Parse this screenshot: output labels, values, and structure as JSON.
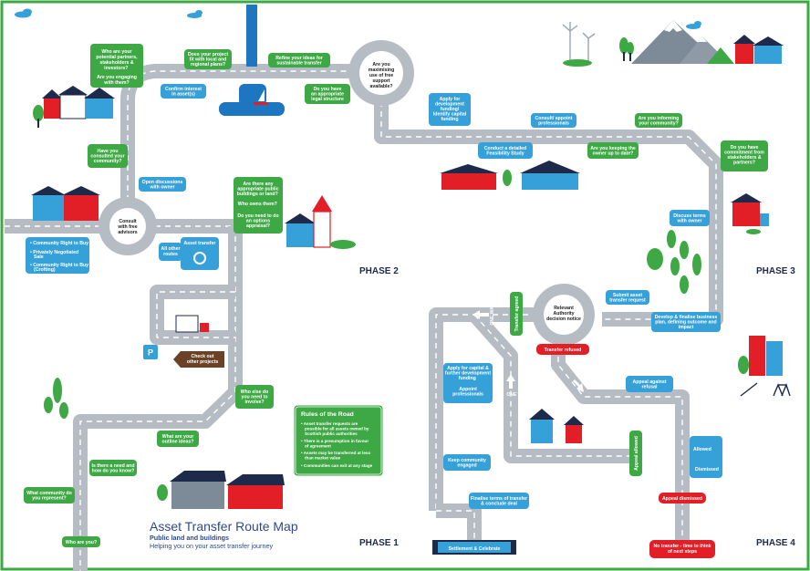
{
  "colors": {
    "green": "#3ea845",
    "blue": "#35a1d8",
    "red": "#e21e26",
    "brown": "#6b4226",
    "road": "#b6bcc3",
    "frame": "#3ea845",
    "navy": "#1e2a4a"
  },
  "title": "Asset Transfer Route Map",
  "subtitle_bold": "Public land and buildings",
  "subtitle": "Helping you on your asset transfer journey",
  "phases": {
    "p1": "PHASE 1",
    "p2": "PHASE 2",
    "p3": "PHASE 3",
    "p4": "PHASE 4"
  },
  "rules": {
    "heading": "Rules of the Road",
    "items": [
      "Asset transfer requests are possible for all assets owned by Scottish public authorities",
      "There is a presumption in favour of agreement",
      "Assets may be transferred at less than market value",
      "Communities can exit at any stage"
    ]
  },
  "roundabouts": {
    "consult": "Consult with free advisors",
    "free_support": "Are you maximising use of free support available?",
    "relevant": "Relevant Authority decision notice"
  },
  "green_signs": {
    "who_potential": "Who are your potential partners, stakeholders & investors?",
    "engaging": "Are you engaging with them?",
    "fit_local": "Does your project fit with local and regional plans?",
    "refine": "Refine your ideas for sustainable transfer",
    "legal": "Do you have an appropriate legal structure",
    "consulted": "Have you consulted your community?",
    "appropriate": "Are there any appropriate public buildings or land?",
    "who_owns": "Who owns them?",
    "options": "Do you need to do an options appraisal?",
    "keeping_owner": "Are you keeping the owner up to date?",
    "informing": "Are you informing your community?",
    "consent": "Do you have commitment from stakeholders & partners?",
    "who_else": "Who else do you need to involve?",
    "outline": "What are your outline ideas?",
    "need": "Is there a need and how do you know?",
    "represent": "What community do you represent?",
    "who_you": "Who are you?",
    "transfer_agreed": "Transfer agreed",
    "appeal_allowed": "Appeal allowed"
  },
  "blue_signs": {
    "confirm": "Confirm interest in asset(s)",
    "develop": "Apply for development funding/ Identify capital funding",
    "consult_prof": "Consult/ appoint professionals",
    "feasibility": "Conduct a detailed Feasibility Study",
    "discuss": "Discuss terms with owner",
    "open_disc": "Open discussions with owner",
    "all_other": "All other routes",
    "asset_transfer": "Asset transfer",
    "submit": "Submit asset transfer request",
    "develop_plan": "Develop & finalise business plan, defining outcome and impact",
    "capital": "Apply for capital & further development funding",
    "appoint": "Appoint professionals",
    "keep": "Keep community engaged",
    "finalise": "Finalise terms of transfer & conclude deal",
    "appeal": "Appeal against refusal",
    "allowed": "Allowed",
    "dismissed": "Dismissed"
  },
  "red_signs": {
    "refused": "Transfer refused",
    "appeal_dismissed": "Appeal dismissed",
    "no_transfer": "No transfer - time to think of next steps"
  },
  "brown_sign": "Check out other projects",
  "parking": "P",
  "road_marks": {
    "one_way": "ONE WAY",
    "one_way2": "ONE WAY"
  },
  "finish": "Settlement & Celebrate",
  "bullets_left": [
    "Community Right to Buy",
    "Privately Negotiated Sale",
    "Community Right to Buy (Crofting)"
  ]
}
